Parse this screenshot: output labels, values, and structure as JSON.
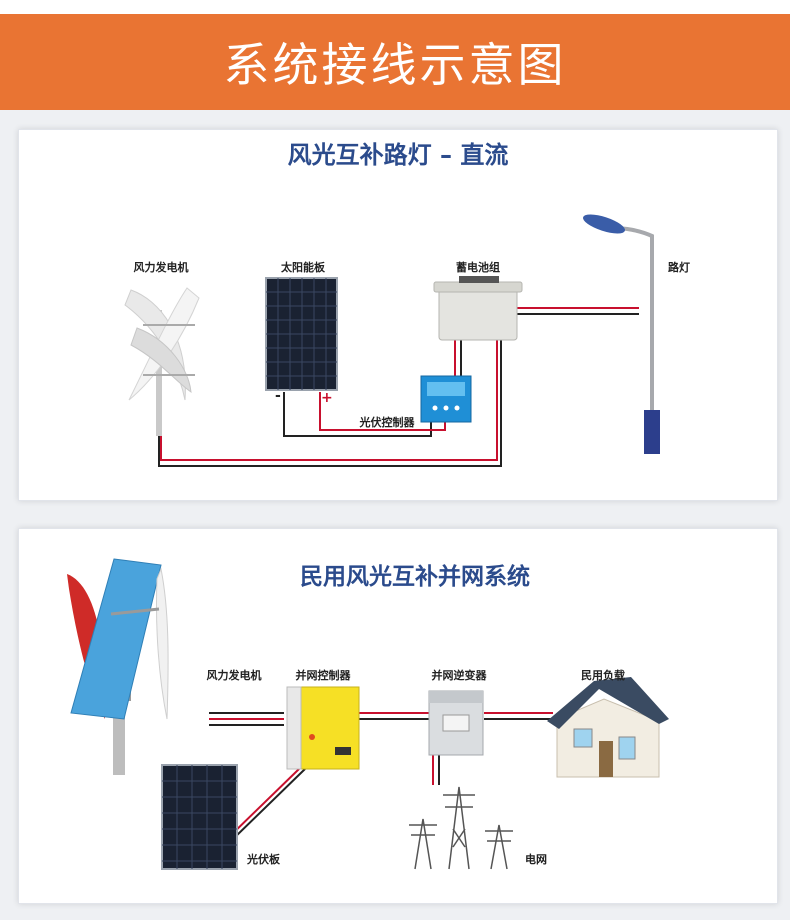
{
  "header": {
    "title": "系统接线示意图"
  },
  "colors": {
    "header_bg": "#e97433",
    "title_blue": "#2b4b8c",
    "wire_red": "#c8102e",
    "wire_black": "#222222"
  },
  "panel1": {
    "title": "风光互补路灯 – 直流",
    "labels": {
      "wind_turbine": "风力发电机",
      "solar_panel": "太阳能板",
      "battery": "蓄电池组",
      "street_light": "路灯",
      "pv_controller": "光伏控制器",
      "minus": "-",
      "plus": "+"
    }
  },
  "panel2": {
    "title": "民用风光互补并网系统",
    "labels": {
      "wind_turbine": "风力发电机",
      "grid_controller": "并网控制器",
      "grid_inverter": "并网逆变器",
      "household_load": "民用负载",
      "pv_panel": "光伏板",
      "power_grid": "电网"
    }
  }
}
